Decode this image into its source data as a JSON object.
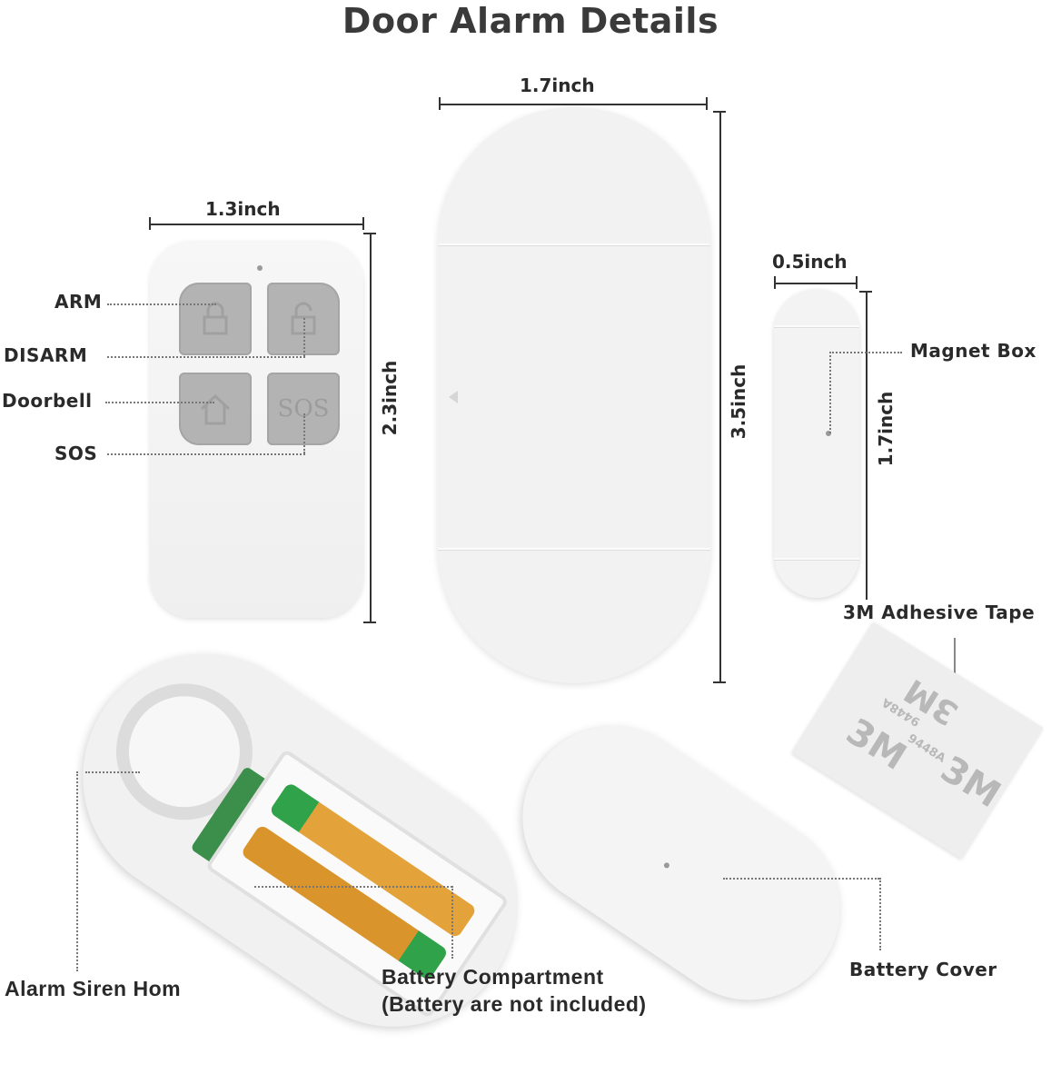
{
  "title": "Door Alarm Details",
  "remote": {
    "width_label": "1.3inch",
    "height_label": "2.3inch",
    "buttons": [
      {
        "label": "ARM",
        "icon": "lock-closed-icon"
      },
      {
        "label": "DISARM",
        "icon": "lock-open-icon"
      },
      {
        "label": "Doorbell",
        "icon": "house-icon"
      },
      {
        "label": "SOS",
        "icon": "sos-text",
        "glyph": "SOS"
      }
    ]
  },
  "sensor": {
    "width_label": "1.7inch",
    "height_label": "3.5inch"
  },
  "magnet": {
    "label": "Magnet Box",
    "width_label": "0.5inch",
    "height_label": "1.7inch"
  },
  "tape": {
    "label": "3M Adhesive Tape",
    "print_brand": "3M",
    "print_model": "9448A"
  },
  "open_unit": {
    "siren_label": "Alarm Siren Hom",
    "battery_label_line1": "Battery Compartment",
    "battery_label_line2": "(Battery are not included)"
  },
  "cover": {
    "label": "Battery Cover"
  },
  "colors": {
    "title": "#3a3a3a",
    "button_gray": "#b3b3b3",
    "device_white": "#f2f2f2",
    "pcb_green": "#3b8f4a",
    "battery_gold": "#d9952b",
    "battery_green": "#2fa24a"
  }
}
